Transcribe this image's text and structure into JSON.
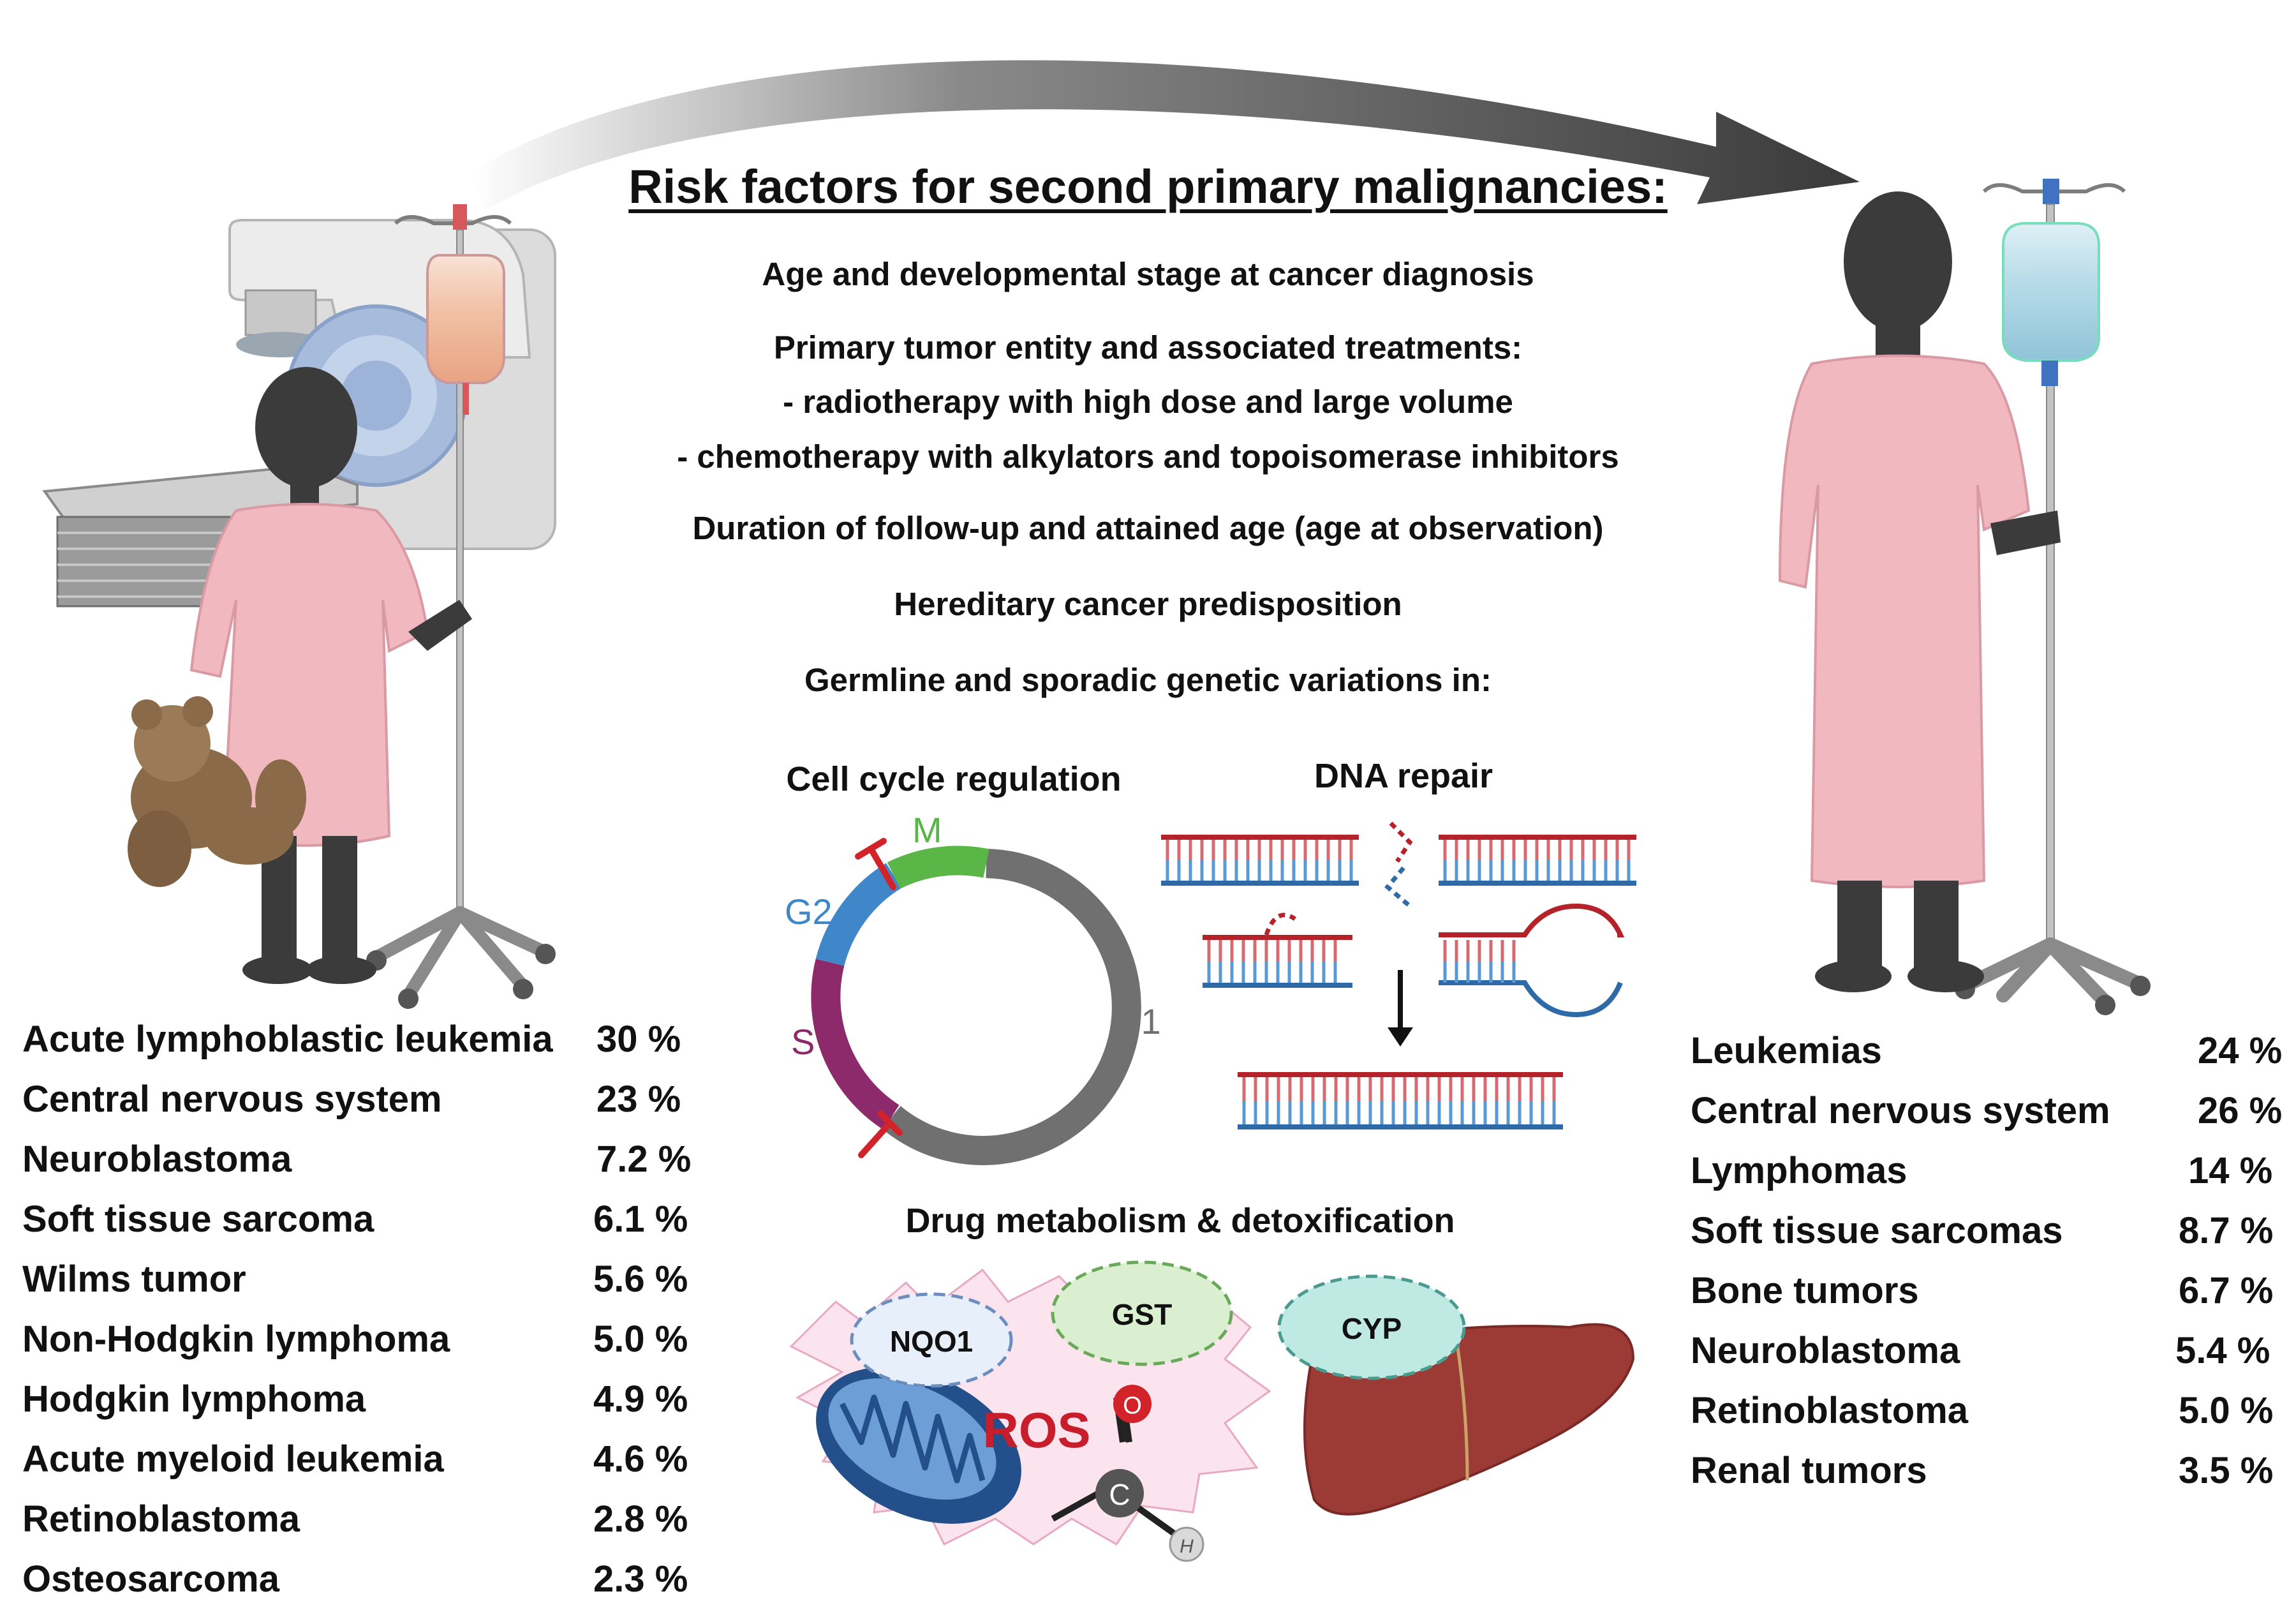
{
  "title": "Risk factors for second primary malignancies:",
  "factors": [
    "Age and developmental stage at cancer diagnosis",
    "Primary tumor entity and associated treatments:",
    "- radiotherapy with high dose and large volume",
    "- chemotherapy with alkylators and topoisomerase inhibitors",
    "Duration of follow-up and attained age (age at observation)",
    "Hereditary cancer predisposition",
    "Germline and sporadic genetic variations in:"
  ],
  "cell_cycle": {
    "title": "Cell cycle regulation",
    "phases": [
      "M",
      "G2",
      "S",
      "G1"
    ],
    "colors": {
      "M": "#5bb648",
      "G2": "#3f87c8",
      "S": "#8c2a6b",
      "G1": "#707070",
      "block": "#d2232a"
    }
  },
  "dna_repair": {
    "title": "DNA repair"
  },
  "drug_metabolism": {
    "title": "Drug metabolism & detoxification",
    "molecules": [
      "NQO1",
      "GST",
      "CYP",
      "ROS"
    ],
    "atoms": [
      "O",
      "C",
      "H"
    ]
  },
  "childhood_list": [
    {
      "label": "Acute lymphoblastic leukemia",
      "value": "30 %"
    },
    {
      "label": "Central nervous system",
      "value": "23 %"
    },
    {
      "label": "Neuroblastoma",
      "value": "7.2 %"
    },
    {
      "label": "Soft tissue sarcoma",
      "value": "6.1 %"
    },
    {
      "label": "Wilms tumor",
      "value": "5.6 %"
    },
    {
      "label": "Non-Hodgkin lymphoma",
      "value": "5.0 %"
    },
    {
      "label": "Hodgkin lymphoma",
      "value": "4.9 %"
    },
    {
      "label": "Acute myeloid leukemia",
      "value": "4.6 %"
    },
    {
      "label": "Retinoblastoma",
      "value": "2.8 %"
    },
    {
      "label": "Osteosarcoma",
      "value": "2.3 %"
    }
  ],
  "adult_list": [
    {
      "label": "Leukemias",
      "value": "24 %"
    },
    {
      "label": "Central nervous system",
      "value": "26 %"
    },
    {
      "label": "Lymphomas",
      "value": "14 %"
    },
    {
      "label": "Soft tissue sarcomas",
      "value": "8.7 %"
    },
    {
      "label": "Bone tumors",
      "value": "6.7 %"
    },
    {
      "label": "Neuroblastoma",
      "value": "5.4 %"
    },
    {
      "label": "Retinoblastoma",
      "value": "5.0 %"
    },
    {
      "label": "Renal tumors",
      "value": "3.5 %"
    }
  ]
}
